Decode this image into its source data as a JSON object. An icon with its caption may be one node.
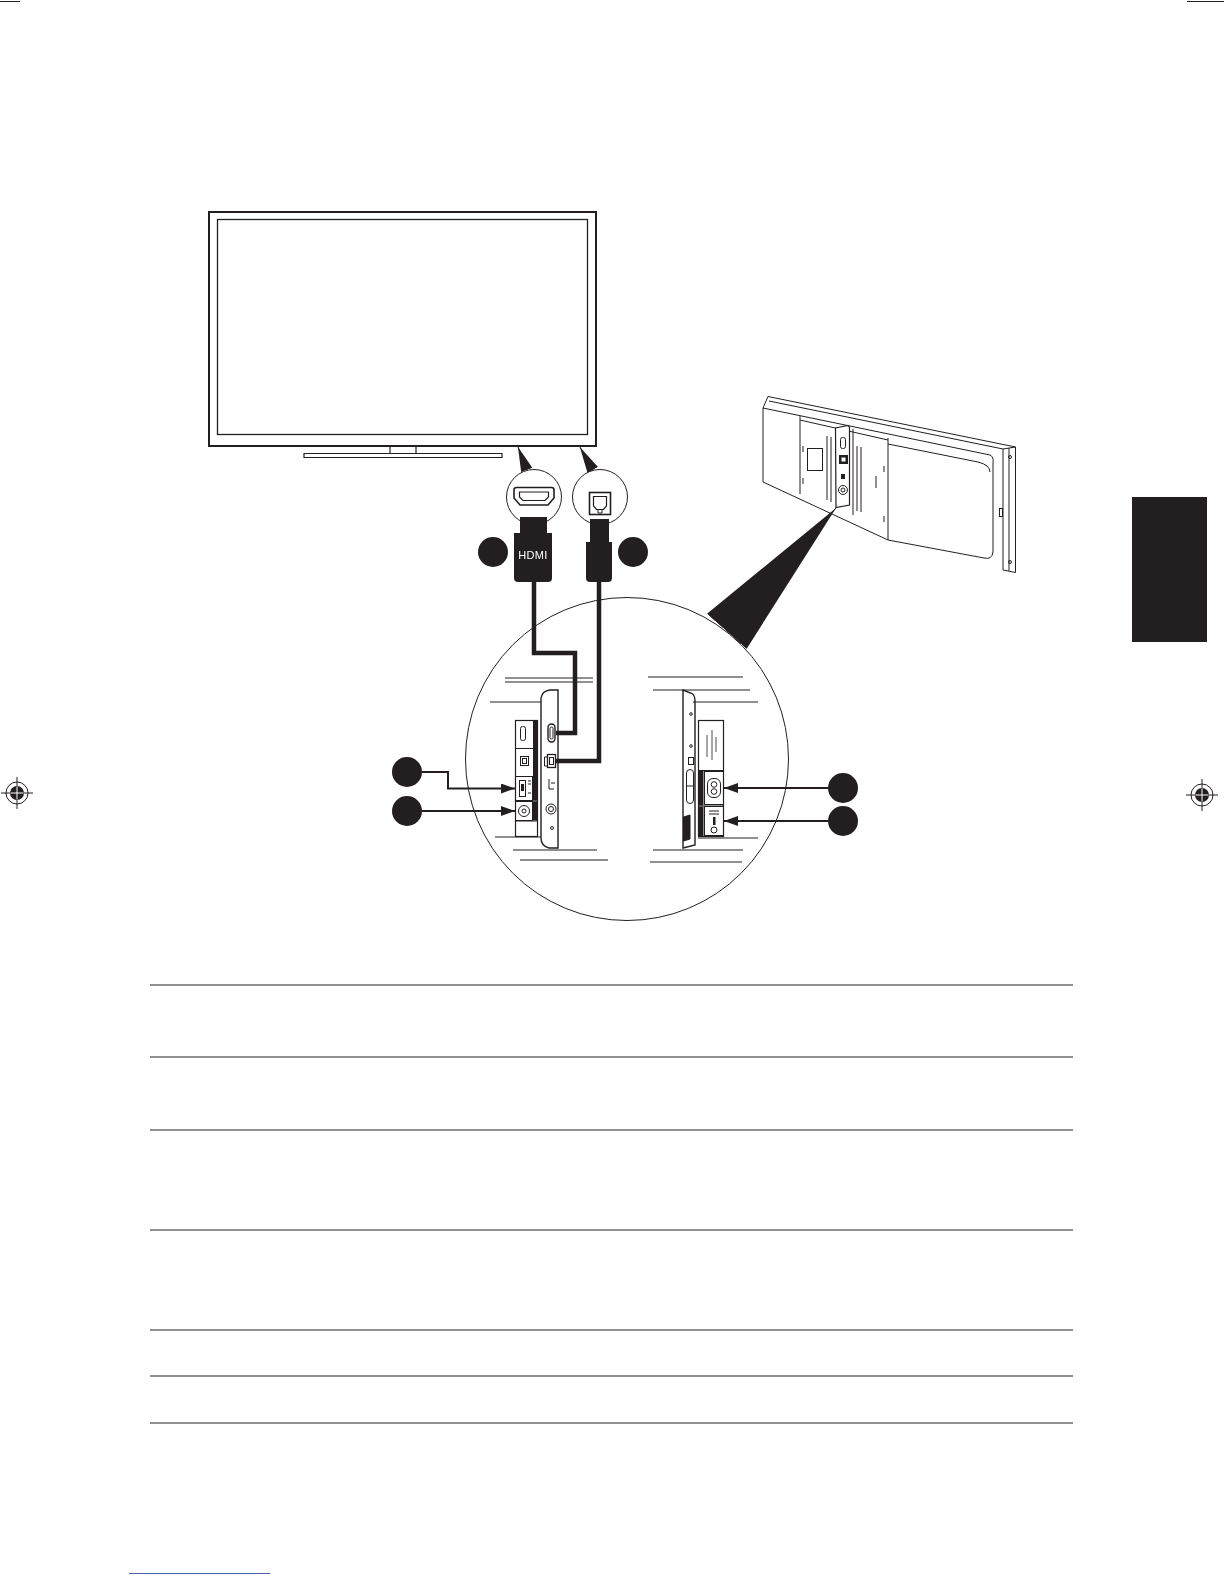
{
  "diagram": {
    "nodes": [
      {
        "text": [],
        "shape": "picture"
      },
      {
        "text": [],
        "shape": "circle"
      },
      {
        "text": [],
        "shape": "circle"
      },
      {
        "text": [
          "HDMI"
        ]
      },
      {
        "text": [],
        "shape": "box"
      },
      {
        "text": [],
        "shape": "circle"
      },
      {
        "text": [],
        "shape": "circle"
      },
      {
        "text": [],
        "shape": "picture"
      },
      {
        "text": [],
        "shape": "box",
        "in": 7
      },
      {
        "text": [],
        "shape": "circle"
      },
      {
        "text": [],
        "shape": "picture",
        "in": 9
      },
      {
        "text": [],
        "shape": "picture",
        "in": 9
      },
      {
        "text": [],
        "shape": "picture",
        "in": 9
      },
      {
        "text": [],
        "shape": "picture",
        "in": 9
      },
      {
        "text": [],
        "shape": "picture",
        "in": 9
      },
      {
        "text": [],
        "shape": "picture",
        "in": 9
      },
      {
        "text": [],
        "shape": "circle"
      },
      {
        "text": [],
        "shape": "circle"
      },
      {
        "text": [],
        "shape": "circle"
      },
      {
        "text": [],
        "shape": "circle"
      },
      {
        "text": [],
        "shape": "box"
      }
    ],
    "edges": [
      {
        "from": 1,
        "to": 0,
        "arrow": "to"
      },
      {
        "from": 2,
        "to": 0,
        "arrow": "to"
      },
      {
        "from": 3,
        "to": 10,
        "arrow": "none",
        "style": "thick"
      },
      {
        "from": 4,
        "to": 11,
        "arrow": "none",
        "style": "thick"
      },
      {
        "from": 9,
        "to": 8,
        "arrow": "to"
      },
      {
        "from": 16,
        "to": 12,
        "arrow": "to"
      },
      {
        "from": 17,
        "to": 13,
        "arrow": "to"
      },
      {
        "from": 18,
        "to": 14,
        "arrow": "to"
      },
      {
        "from": 19,
        "to": 15,
        "arrow": "to"
      }
    ]
  }
}
